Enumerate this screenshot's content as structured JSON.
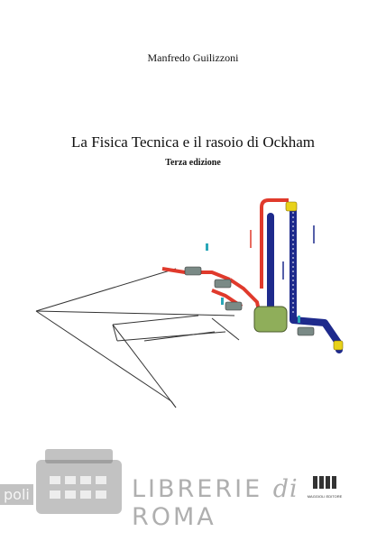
{
  "cover": {
    "author": "Manfredo Guilizzoni",
    "title": "La Fisica Tecnica e il rasoio di Ockham",
    "edition": "Terza edizione"
  },
  "watermark": {
    "left_text": "poli",
    "brand_main": "LIBRERIE ",
    "brand_italic": "di",
    "brand_end": " ROMA",
    "publisher": "MAGGIOLI EDITORE"
  },
  "colors": {
    "pipe_red": "#e03a2c",
    "pipe_blue": "#1e2a8c",
    "valve_yellow": "#e8d21a",
    "tank_green": "#8fae5a",
    "watermark_gray": "#8a8a8a"
  }
}
